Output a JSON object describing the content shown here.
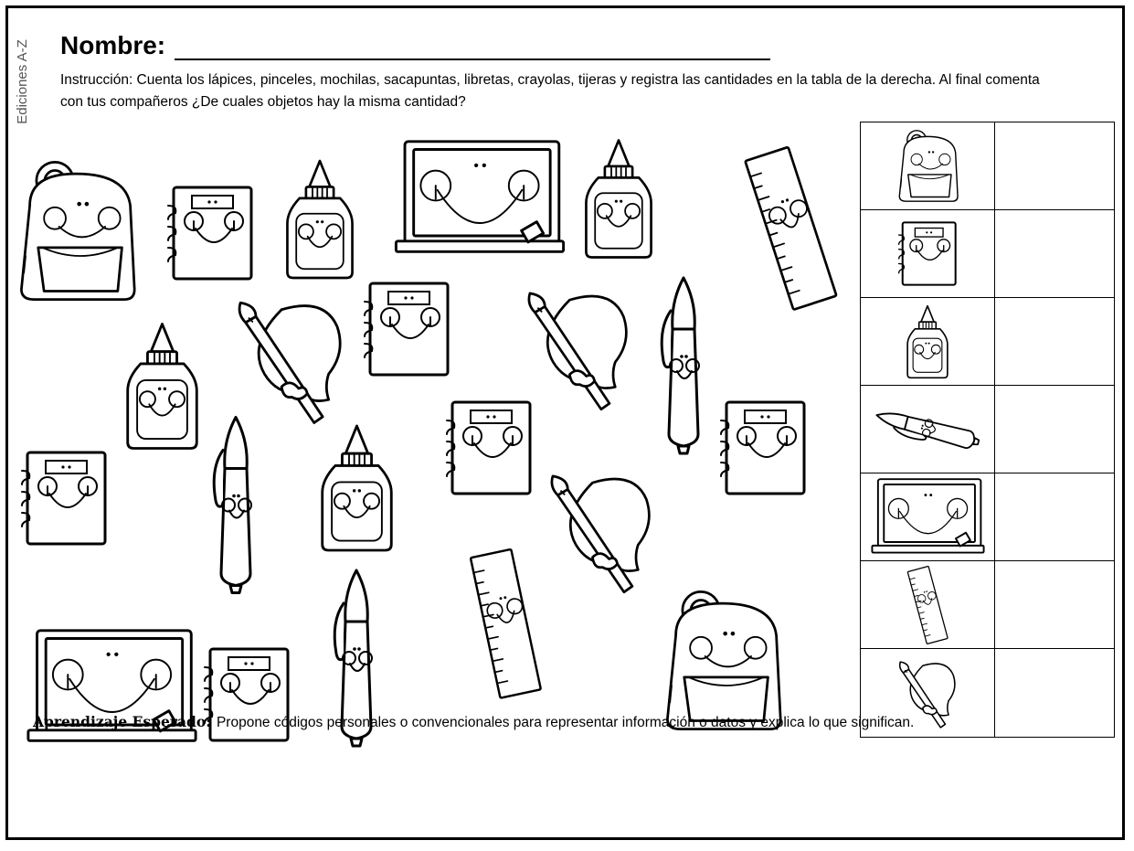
{
  "header": {
    "vertical_label": "Ediciones A-Z",
    "name_label": "Nombre:",
    "instruction": "Instrucción:  Cuenta los lápices, pinceles, mochilas, sacapuntas, libretas, crayolas, tijeras y registra las cantidades en la tabla de la derecha. Al final comenta con tus compañeros ¿De cuales objetos hay la misma cantidad?"
  },
  "scene_icons": [
    "backpack-icon",
    "notebook-icon",
    "glue-icon",
    "chalkboard-icon",
    "marker-icon",
    "ruler-icon",
    "paintbrush-icon"
  ],
  "tally_table": {
    "rows": [
      {
        "icon": "backpack-icon",
        "count": ""
      },
      {
        "icon": "notebook-icon",
        "count": ""
      },
      {
        "icon": "glue-icon",
        "count": ""
      },
      {
        "icon": "marker-icon",
        "count": ""
      },
      {
        "icon": "chalkboard-icon",
        "count": ""
      },
      {
        "icon": "ruler-icon",
        "count": ""
      },
      {
        "icon": "paintbrush-icon",
        "count": ""
      }
    ]
  },
  "footer": {
    "label": "Aprendizaje Esperado:",
    "text": "Propone códigos personales o convencionales  para representar información o datos y explica lo que significan."
  }
}
